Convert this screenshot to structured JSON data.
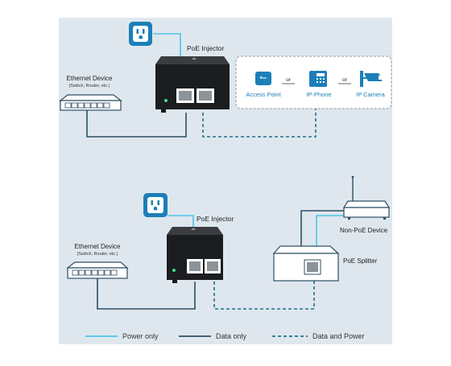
{
  "diagram1": {
    "injector_label": "PoE Injector",
    "ethernet_device": {
      "title": "Ethernet Device",
      "subtitle": "(Switch, Router, etc.)"
    },
    "pd_devices": [
      {
        "label": "Access Point",
        "icon": "access-point-icon"
      },
      {
        "label": "IP-Phone",
        "icon": "ip-phone-icon"
      },
      {
        "label": "IP Camera",
        "icon": "ip-camera-icon"
      }
    ],
    "or_word": "or"
  },
  "diagram2": {
    "injector_label": "PoE Injector",
    "ethernet_device": {
      "title": "Ethernet Device",
      "subtitle": "(Switch, Router, etc.)"
    },
    "splitter_label": "PoE Splitter",
    "non_poe_label": "Non-PoE Device"
  },
  "legend": {
    "power_only": "Power only",
    "data_only": "Data only",
    "data_and_power": "Data and Power"
  },
  "colors": {
    "background": "#dfe7ee",
    "power_line": "#4cc5e8",
    "data_line": "#2d4f63",
    "dashed_line": "#1e6f8f",
    "accent": "#1c7fb8",
    "device_dark": "#1b1d20"
  }
}
